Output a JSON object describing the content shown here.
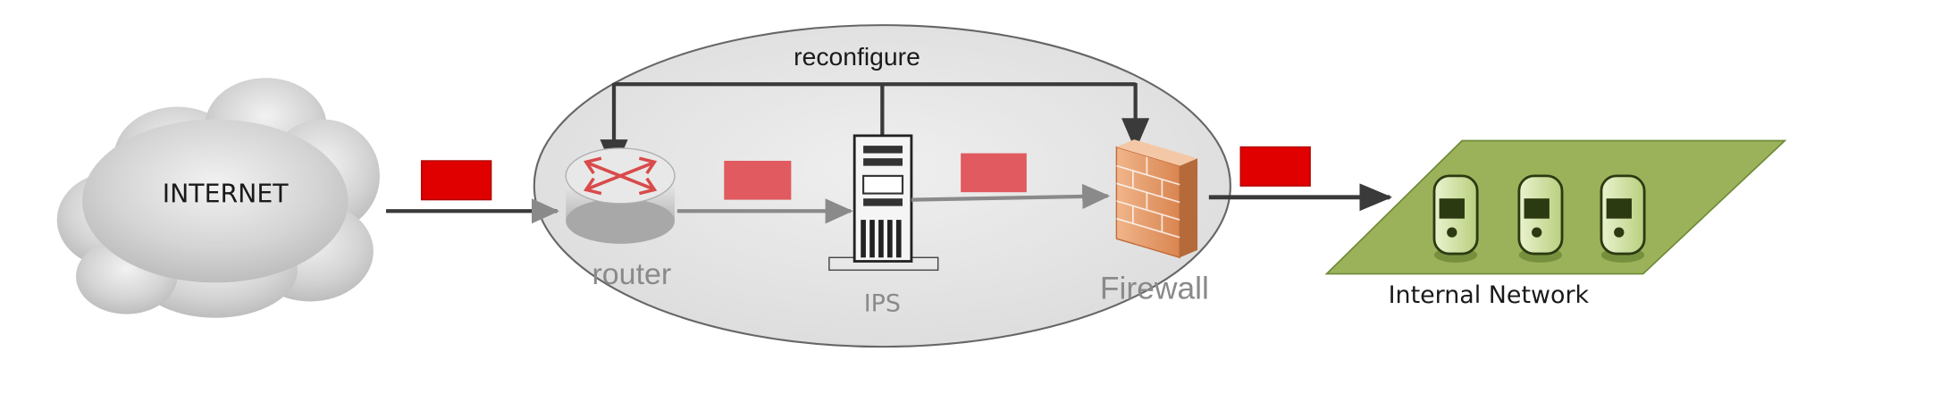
{
  "labels": {
    "internet": "INTERNET",
    "reconfigure": "reconfigure",
    "router": "router",
    "ips": "IPS",
    "firewall": "Firewall",
    "internal_network": "Internal Network"
  },
  "colors": {
    "packet_bright": "#e00000",
    "packet_muted": "#e05a5f",
    "arrow": "#3a3a3a",
    "arrow_muted": "#8a8a8a",
    "ellipse_fill": "#e6e6e6",
    "ellipse_stroke": "#666666",
    "network_fill": "#9cb25a",
    "server_fill": "#d4e6a8"
  }
}
